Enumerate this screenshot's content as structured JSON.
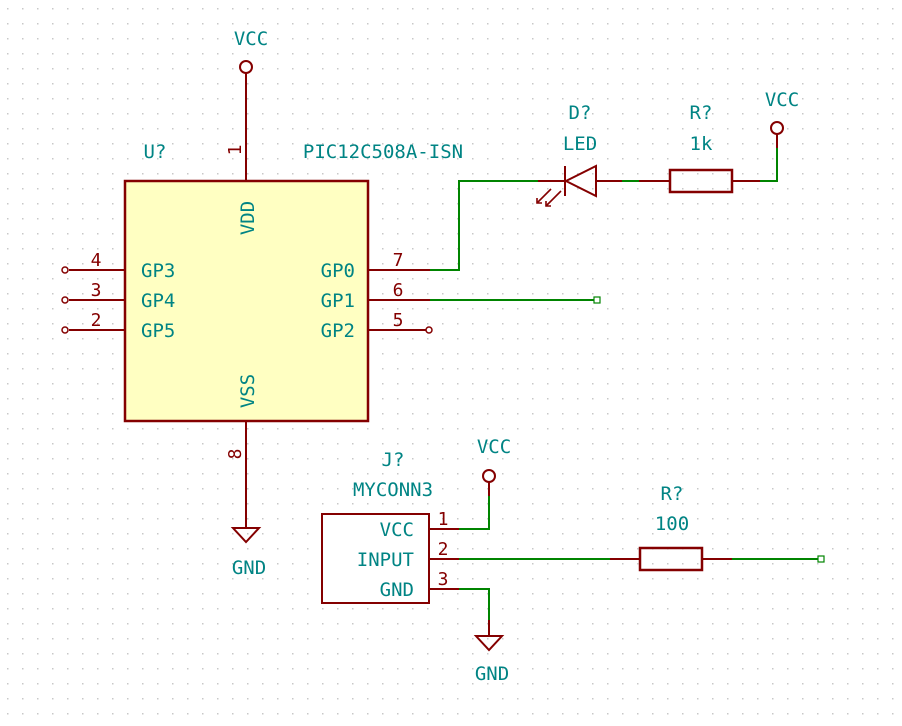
{
  "colors": {
    "background": "#ffffff",
    "grid_dot": "#c8c8c8",
    "component": "#840000",
    "body_fill": "#ffffc2",
    "wire": "#008400",
    "label": "#008484",
    "pin_number": "#840000"
  },
  "u1": {
    "reference": "U?",
    "value": "PIC12C508A-ISN",
    "pins": {
      "vdd": {
        "name": "VDD",
        "number": "1"
      },
      "vss": {
        "name": "VSS",
        "number": "8"
      },
      "gp0": {
        "name": "GP0",
        "number": "7"
      },
      "gp1": {
        "name": "GP1",
        "number": "6"
      },
      "gp2": {
        "name": "GP2",
        "number": "5"
      },
      "gp3": {
        "name": "GP3",
        "number": "4"
      },
      "gp4": {
        "name": "GP4",
        "number": "3"
      },
      "gp5": {
        "name": "GP5",
        "number": "2"
      }
    }
  },
  "d1": {
    "reference": "D?",
    "value": "LED"
  },
  "r1": {
    "reference": "R?",
    "value": "1k"
  },
  "r2": {
    "reference": "R?",
    "value": "100"
  },
  "j1": {
    "reference": "J?",
    "value": "MYCONN3",
    "pins": [
      {
        "name": "VCC",
        "number": "1"
      },
      {
        "name": "INPUT",
        "number": "2"
      },
      {
        "name": "GND",
        "number": "3"
      }
    ]
  },
  "power": {
    "vcc_u1": "VCC",
    "vcc_r1": "VCC",
    "vcc_j1": "VCC",
    "gnd_u1": "GND",
    "gnd_j1": "GND"
  }
}
